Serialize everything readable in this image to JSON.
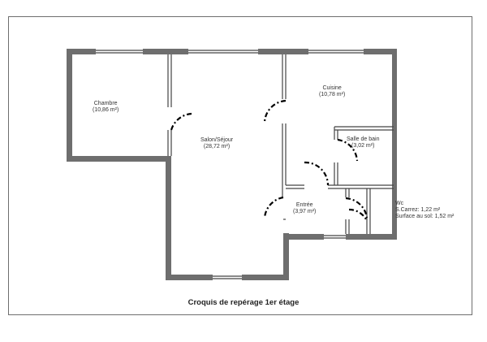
{
  "rooms": {
    "chambre": {
      "name": "Chambre",
      "area": "(10,86 m²)"
    },
    "salon": {
      "name": "Salon/Séjour",
      "area": "(28,72 m²)"
    },
    "cuisine": {
      "name": "Cuisine",
      "area": "(10,78 m²)"
    },
    "sdb": {
      "name": "Salle de bain",
      "area": "(3,02 m²)"
    },
    "entree": {
      "name": "Entrée",
      "area": "(3,97 m²)"
    },
    "wc": {
      "name": "Wc",
      "carrez": "S.Carrez: 1,22 m²",
      "sol": "Surface au sol: 1,52 m²"
    }
  },
  "title": "Croquis de repérage 1er étage"
}
